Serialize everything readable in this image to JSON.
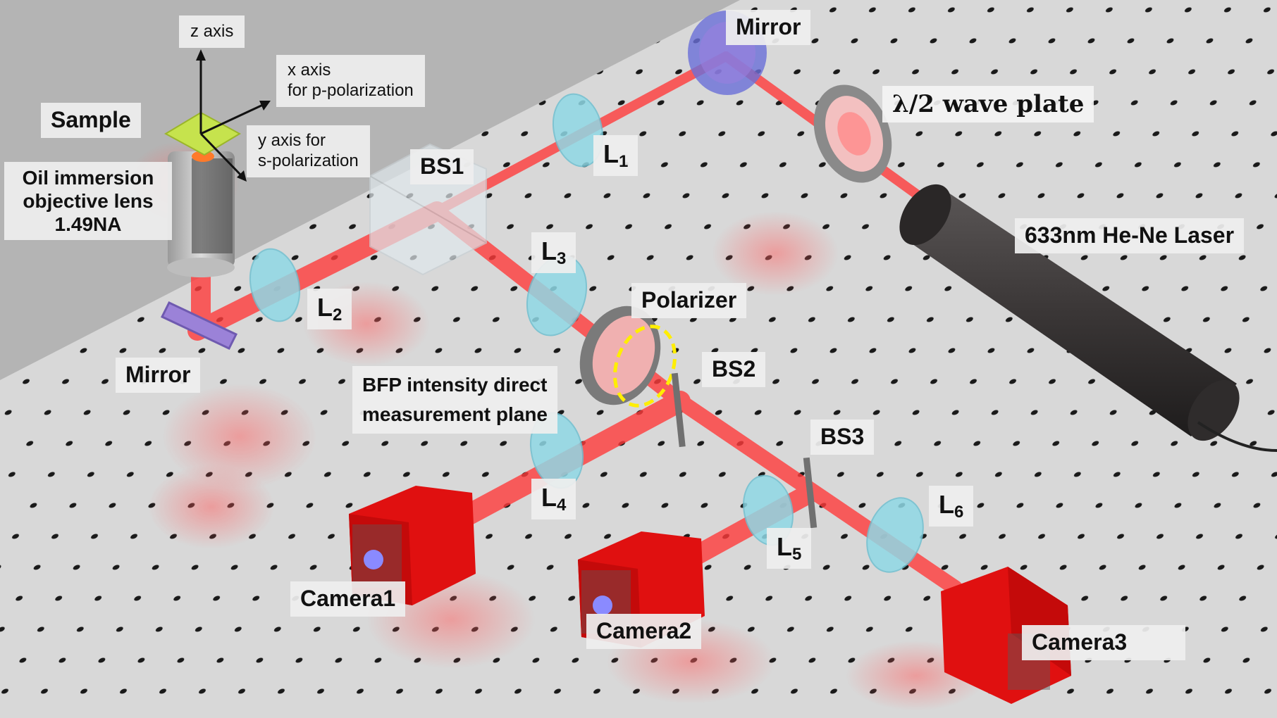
{
  "labels": {
    "z_axis": "z axis",
    "x_axis_1": "x axis",
    "x_axis_2": "for p-polarization",
    "y_axis_1": "y axis for",
    "y_axis_2": "s-polarization",
    "sample": "Sample",
    "objective_1": "Oil immersion",
    "objective_2": "objective lens",
    "objective_3": "1.49NA",
    "mirror_top": "Mirror",
    "mirror_left": "Mirror",
    "wave_plate": "λ/2 wave plate",
    "laser": "633nm He-Ne Laser",
    "bs1": "BS1",
    "bs2": "BS2",
    "bs3": "BS3",
    "polarizer": "Polarizer",
    "bfp_1": "BFP intensity direct",
    "bfp_2": "measurement plane",
    "camera1": "Camera1",
    "camera2": "Camera2",
    "camera3": "Camera3"
  },
  "lenses": {
    "l1": {
      "letter": "L",
      "sub": "1"
    },
    "l2": {
      "letter": "L",
      "sub": "2"
    },
    "l3": {
      "letter": "L",
      "sub": "3"
    },
    "l4": {
      "letter": "L",
      "sub": "4"
    },
    "l5": {
      "letter": "L",
      "sub": "5"
    },
    "l6": {
      "letter": "L",
      "sub": "6"
    }
  },
  "colors": {
    "beam": "#ff3b3b",
    "camera_body": "#e01010",
    "laser_body": "#3a3636",
    "lens_glass": "#8fd8e6",
    "table": "#d9d9d9",
    "bfp_marker": "#ffee00"
  }
}
